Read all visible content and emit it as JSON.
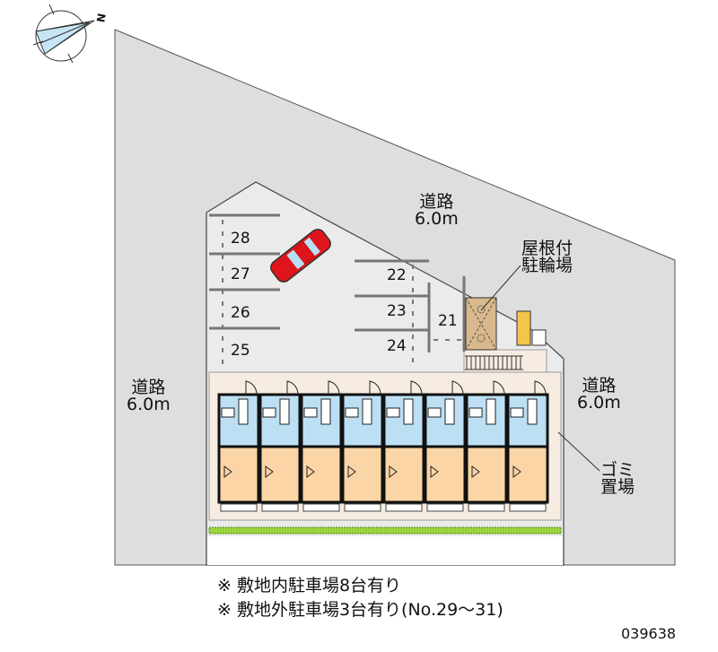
{
  "compass": {
    "north_label": "N"
  },
  "roads": [
    {
      "name": "道路",
      "width": "6.0m"
    },
    {
      "name": "道路",
      "width": "6.0m"
    },
    {
      "name": "道路",
      "width": "6.0m"
    }
  ],
  "facilities": {
    "bike_parking": [
      "屋根付",
      "駐輪場"
    ],
    "garbage": [
      "ゴミ",
      "置場"
    ]
  },
  "parking_spaces": [
    "28",
    "27",
    "26",
    "25",
    "22",
    "23",
    "24",
    "21"
  ],
  "units_count": 8,
  "notes": [
    "※ 敷地内駐車場8台有り",
    "※ 敷地外駐車場3台有り(No.29～31)"
  ],
  "property_code": "039638",
  "colors": {
    "road": "#dedede",
    "lot": "#ebebeb",
    "wet_area": "#bcdff3",
    "room": "#fbd5a5",
    "car": "#e0151b",
    "hedge": "#9ad43a",
    "bike_shelter": "#d8b88c"
  }
}
